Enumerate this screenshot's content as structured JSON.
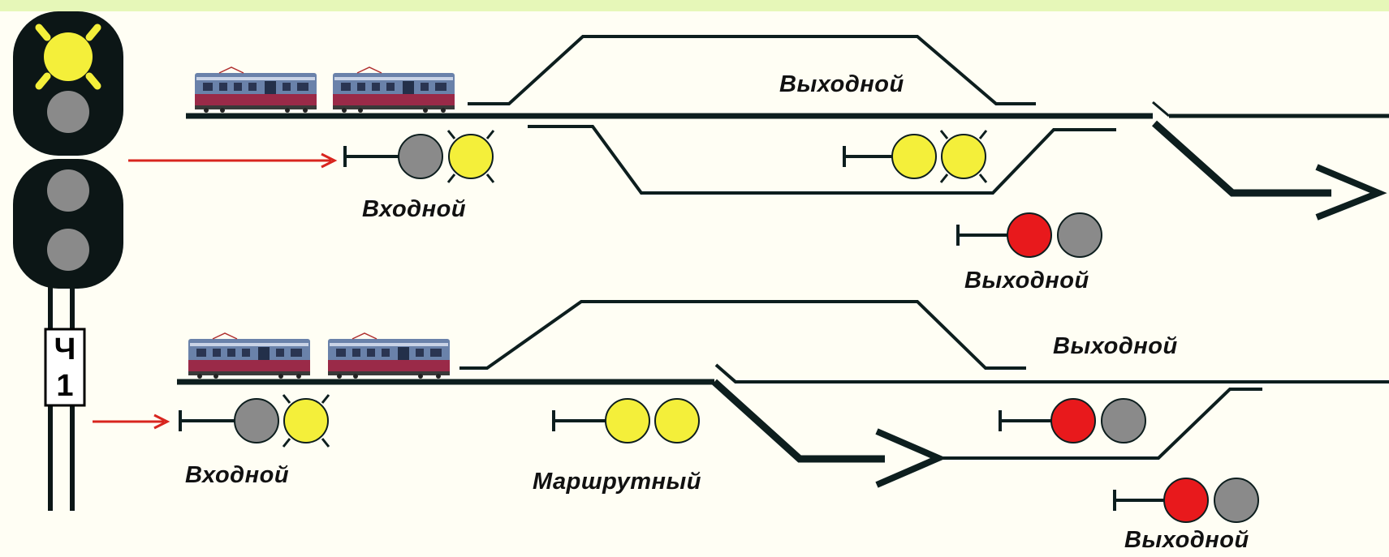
{
  "colors": {
    "background": "#fffef4",
    "top_band": "#e6f7b8",
    "track": "#0d1e1e",
    "signal_head": "#0c1616",
    "lamp_off": "#8a8a8a",
    "lamp_yellow": "#f4ef3a",
    "lamp_red": "#e8191c",
    "pointer_arrow": "#d8251e"
  },
  "signal_post": {
    "plate_line1": "Ч",
    "plate_line2": "1",
    "lamps": [
      "yellow-flashing",
      "off",
      "off",
      "off"
    ]
  },
  "top_scheme": {
    "entry_label": "Входной",
    "upper_exit_label": "Выходной",
    "lower_exit_label": "Выходной",
    "entry_signal": [
      "off",
      "yellow-flashing"
    ],
    "middle_signal": [
      "yellow",
      "yellow-flashing"
    ],
    "exit_signal": [
      "red",
      "off"
    ]
  },
  "bottom_scheme": {
    "entry_label": "Входной",
    "route_label": "Маршрутный",
    "upper_exit_label": "Выходной",
    "lower_exit_label": "Выходной",
    "entry_signal": [
      "off",
      "yellow-flashing"
    ],
    "route_signal": [
      "yellow",
      "yellow"
    ],
    "exit_signal_1": [
      "red",
      "off"
    ],
    "exit_signal_2": [
      "red",
      "off"
    ]
  }
}
